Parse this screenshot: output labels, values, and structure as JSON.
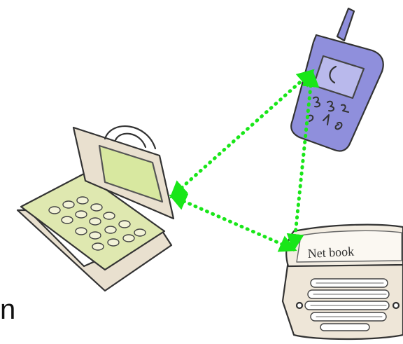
{
  "diagram": {
    "nodes": [
      {
        "id": "laptop",
        "kind": "laptop-icon"
      },
      {
        "id": "phone",
        "kind": "mobile-phone-icon"
      },
      {
        "id": "netbook",
        "kind": "netbook-icon",
        "label": "Net book"
      }
    ],
    "links": [
      {
        "from": "laptop",
        "to": "phone",
        "style": "dotted",
        "arrows": "both"
      },
      {
        "from": "laptop",
        "to": "netbook",
        "style": "dotted",
        "arrows": "both"
      },
      {
        "from": "phone",
        "to": "netbook",
        "style": "dotted",
        "arrows": "both"
      }
    ],
    "link_color": "#19e619",
    "phone_color": "#8f8fdc",
    "screen_color": "#d8e8a0",
    "cut_off_text": "n"
  }
}
